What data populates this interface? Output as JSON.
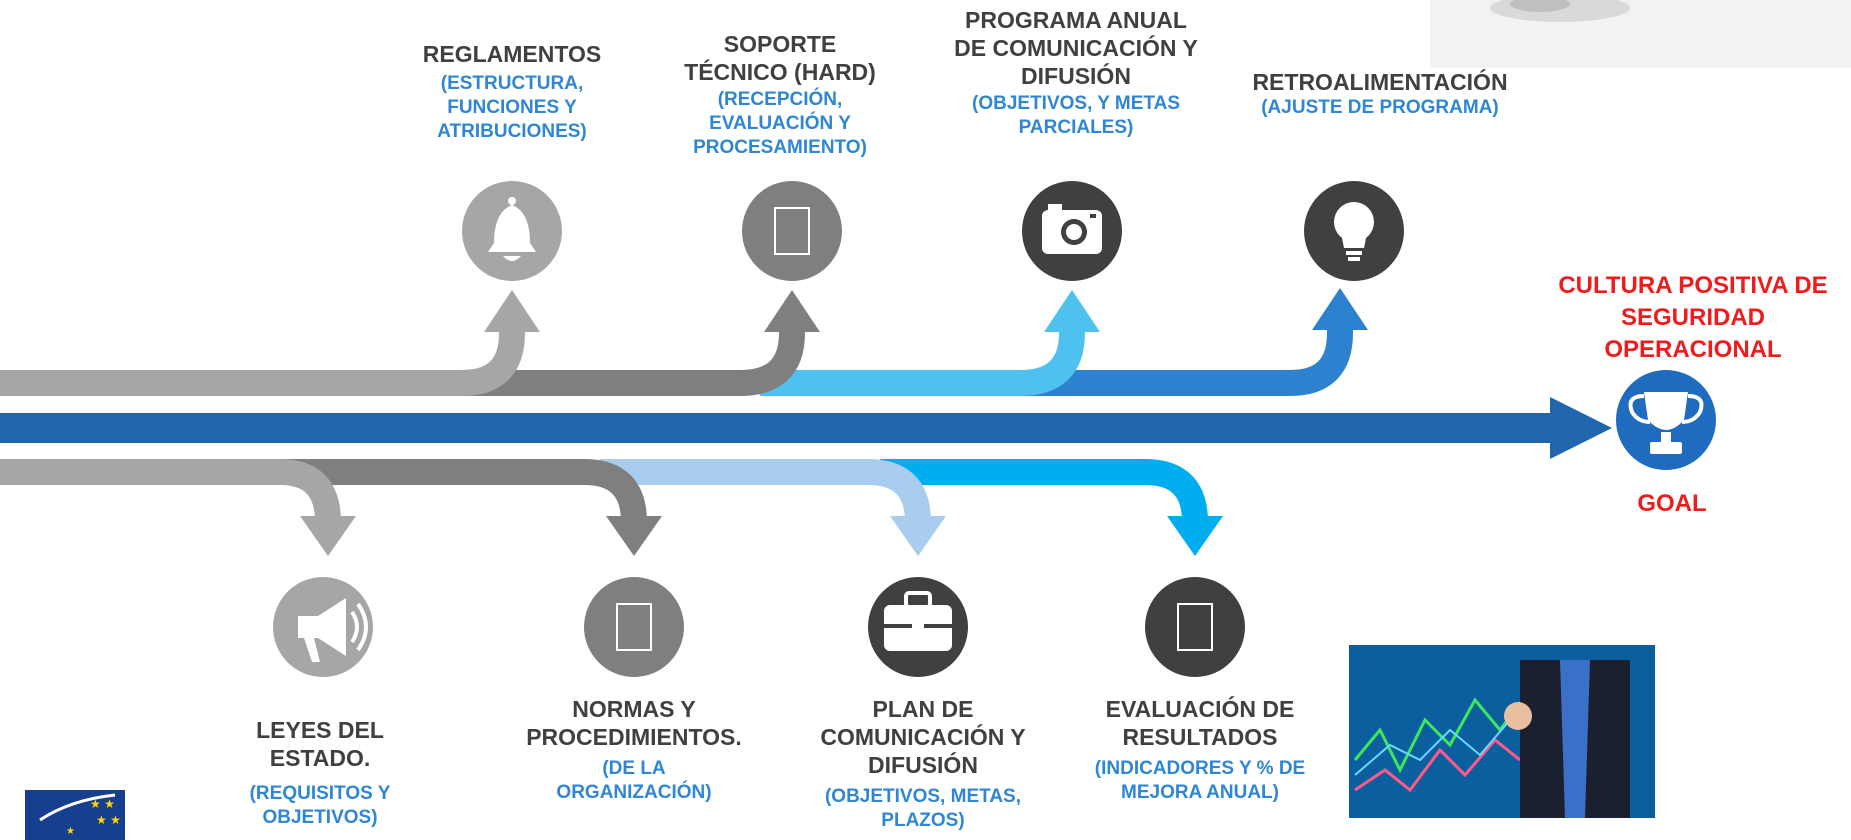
{
  "top_steps": [
    {
      "title": "REGLAMENTOS",
      "detail": "(ESTRUCTURA, FUNCIONES Y ATRIBUCIONES)",
      "icon": "bell-icon",
      "color": "#a6a6a6"
    },
    {
      "title": "SOPORTE TÉCNICO (HARD)",
      "detail": "(RECEPCIÓN, EVALUACIÓN Y PROCESAMIENTO)",
      "icon": "document-icon",
      "color": "#7f7f7f"
    },
    {
      "title": "PROGRAMA ANUAL DE COMUNICACIÓN Y DIFUSIÓN",
      "detail": "(OBJETIVOS, Y METAS PARCIALES)",
      "icon": "camera-icon",
      "color": "#4fc1f0"
    },
    {
      "title": "RETROALIMENTACIÓN",
      "detail": "(AJUSTE DE PROGRAMA)",
      "icon": "lightbulb-icon",
      "color": "#2d82d0"
    }
  ],
  "bottom_steps": [
    {
      "title": "LEYES DEL ESTADO.",
      "detail": "(REQUISITOS Y OBJETIVOS)",
      "icon": "megaphone-icon",
      "color": "#a6a6a6"
    },
    {
      "title": "NORMAS Y PROCEDIMIENTOS.",
      "detail": "(DE LA ORGANIZACIÓN)",
      "icon": "document-icon",
      "color": "#7f7f7f"
    },
    {
      "title": "PLAN DE COMUNICACIÓN Y DIFUSIÓN",
      "detail": "(OBJETIVOS, METAS, PLAZOS)",
      "icon": "briefcase-icon",
      "color": "#a9cdee"
    },
    {
      "title": "EVALUACIÓN DE RESULTADOS",
      "detail": "(INDICADORES Y % DE MEJORA ANUAL)",
      "icon": "document-icon",
      "color": "#00aeef"
    }
  ],
  "goal": {
    "heading": "CULTURA POSITIVA DE SEGURIDAD OPERACIONAL",
    "label": "GOAL",
    "icon": "trophy-icon",
    "color": "#ee1c1c",
    "arrow_color": "#2166ad"
  },
  "photos": {
    "top_right": "hand-holding-object-photo",
    "bottom_right": "businessman-chart-photo",
    "bottom_left_logo": "stars-logo"
  }
}
